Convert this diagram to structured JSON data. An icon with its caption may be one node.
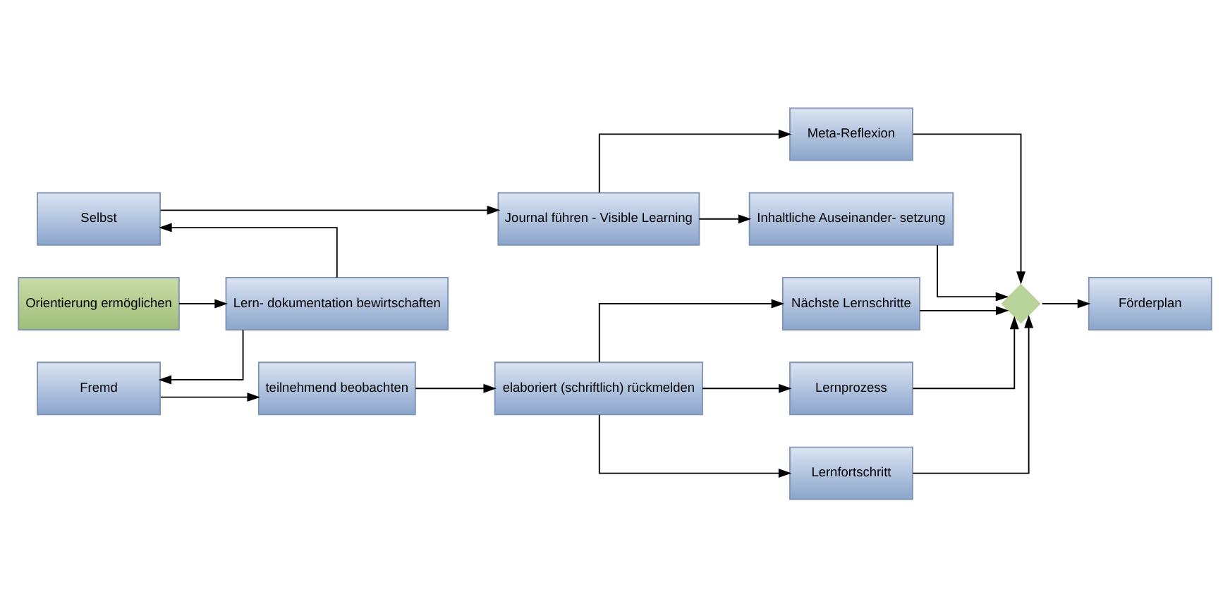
{
  "diagram": {
    "nodes": [
      {
        "text": [
          "Selbst"
        ]
      },
      {
        "text": [
          "Orientierung ermöglichen"
        ]
      },
      {
        "text": [
          "Fremd"
        ]
      },
      {
        "text": [
          "Lern- dokumentation bewirtschaften"
        ]
      },
      {
        "text": [
          "teilnehmend beobachten"
        ]
      },
      {
        "text": [
          "Journal führen - Visible Learning"
        ]
      },
      {
        "text": [
          "elaboriert (schriftlich) rückmelden"
        ]
      },
      {
        "text": [
          "Meta-Reflexion"
        ]
      },
      {
        "text": [
          "Inhaltliche Auseinander- setzung"
        ]
      },
      {
        "text": [
          "Nächste Lernschritte"
        ]
      },
      {
        "text": [
          "Lernprozess"
        ]
      },
      {
        "text": [
          "Lernfortschritt"
        ]
      },
      {
        "text": [],
        "shape": "diamond"
      },
      {
        "text": [
          "Förderplan"
        ]
      }
    ],
    "edges": [
      {
        "from": 0,
        "to": 5,
        "arrow": "to"
      },
      {
        "from": 5,
        "to": 7,
        "arrow": "to"
      },
      {
        "from": 5,
        "to": 8,
        "arrow": "to"
      },
      {
        "from": 3,
        "to": 0,
        "arrow": "to"
      },
      {
        "from": 1,
        "to": 3,
        "arrow": "to"
      },
      {
        "from": 3,
        "to": 2,
        "arrow": "to"
      },
      {
        "from": 2,
        "to": 4,
        "arrow": "to"
      },
      {
        "from": 4,
        "to": 6,
        "arrow": "to"
      },
      {
        "from": 6,
        "to": 9,
        "arrow": "to"
      },
      {
        "from": 6,
        "to": 10,
        "arrow": "to"
      },
      {
        "from": 6,
        "to": 11,
        "arrow": "to"
      },
      {
        "from": 7,
        "to": 12,
        "arrow": "to"
      },
      {
        "from": 8,
        "to": 12,
        "arrow": "to"
      },
      {
        "from": 9,
        "to": 12,
        "arrow": "to"
      },
      {
        "from": 10,
        "to": 12,
        "arrow": "to"
      },
      {
        "from": 11,
        "to": 12,
        "arrow": "to"
      },
      {
        "from": 12,
        "to": 13,
        "arrow": "to"
      }
    ]
  }
}
